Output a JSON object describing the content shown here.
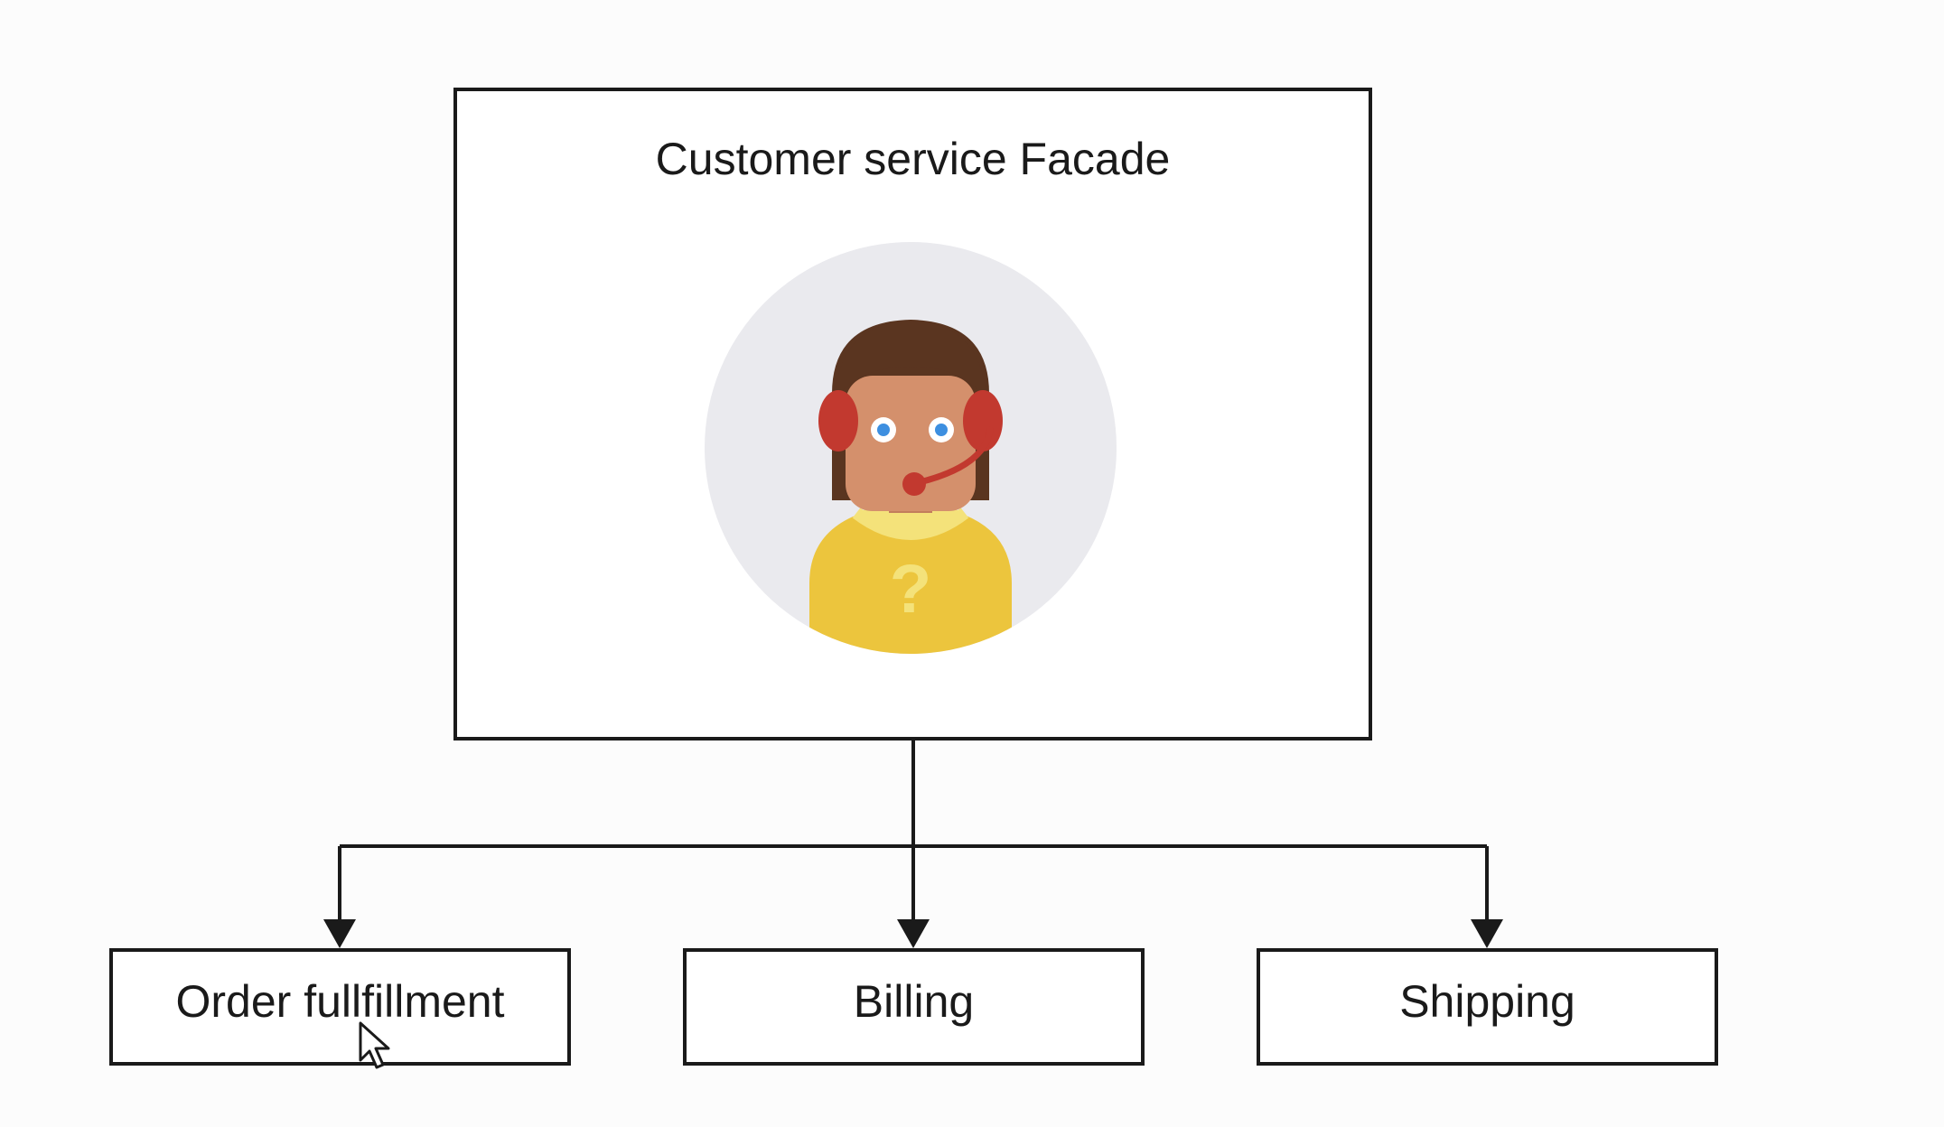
{
  "facade": {
    "title": "Customer service Facade",
    "avatar_icon": "customer-service-agent-icon"
  },
  "subsystems": [
    {
      "label": "Order fullfillment"
    },
    {
      "label": "Billing"
    },
    {
      "label": "Shipping"
    }
  ],
  "colors": {
    "line": "#1a1a1a",
    "avatar_bg": "#eaeaee",
    "hair": "#5a3520",
    "skin": "#d4906c",
    "headset": "#c2392f",
    "shirt": "#ecc53d",
    "collar": "#f4e27a",
    "eye": "#3d8fe0"
  }
}
